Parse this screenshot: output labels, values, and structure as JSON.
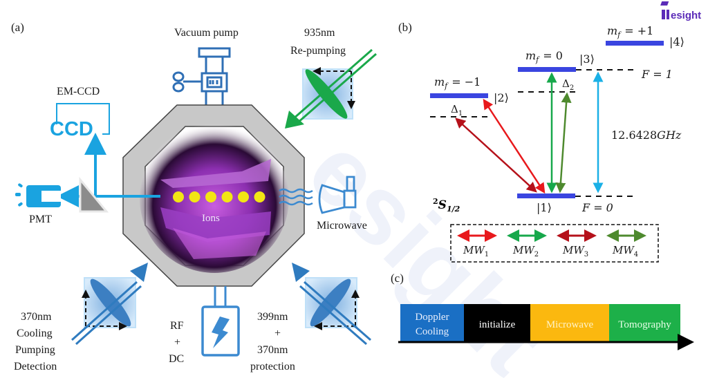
{
  "panel_a": {
    "label": "(a)",
    "vacuum_pump": "Vacuum pump",
    "repump_line1": "935nm",
    "repump_line2": "Re-pumping",
    "emccd_label": "EM-CCD",
    "ccd_icon_text": "CCD",
    "pmt_label": "PMT",
    "ions_label": "Ions",
    "microwave_label": "Microwave",
    "cooling_lines": [
      "370nm",
      "Cooling",
      "Pumping",
      "Detection"
    ],
    "rfdc_lines": [
      "RF",
      "+",
      "DC"
    ],
    "protection_lines": [
      "399nm",
      "+",
      "370nm",
      "protection"
    ],
    "ion_count": 6,
    "colors": {
      "cyan": "#1aa3e0",
      "steel_blue": "#2f7bbf",
      "green": "#1aa84a",
      "chamber_gray": "#c8c8c8",
      "ion_yellow": "#f2e614"
    }
  },
  "panel_b": {
    "label": "(b)",
    "levels": [
      {
        "mf": "m",
        "mf_sub": "f",
        "mf_val": "= −1",
        "ket": "|2⟩"
      },
      {
        "mf": "m",
        "mf_sub": "f",
        "mf_val": "= 0",
        "ket": "|3⟩"
      },
      {
        "mf": "m",
        "mf_sub": "f",
        "mf_val": "= +1",
        "ket": "|4⟩"
      }
    ],
    "ground_ket": "|1⟩",
    "F1": "F = 1",
    "F0": "F = 0",
    "delta1": "Δ",
    "delta1_sub": "1",
    "delta2": "Δ",
    "delta2_sub": "2",
    "frequency": "12.6428",
    "frequency_unit": "GHz",
    "term_sup": "2",
    "term_main": "S",
    "term_sub": "1/2",
    "legend": [
      {
        "name": "MW",
        "sub": "1",
        "color": "#e8191c"
      },
      {
        "name": "MW",
        "sub": "2",
        "color": "#17a84b"
      },
      {
        "name": "MW",
        "sub": "3",
        "color": "#b5111a"
      },
      {
        "name": "MW",
        "sub": "4",
        "color": "#4e8a2e"
      }
    ],
    "level_color": "#3a45e0",
    "cyan_arrow_color": "#1ab0e6"
  },
  "panel_c": {
    "label": "(c)",
    "segments": [
      {
        "line1": "Doppler",
        "line2": "Cooling",
        "color": "#1a6fc4",
        "text_color": "#e8eefc"
      },
      {
        "line1": "initialize",
        "line2": "",
        "color": "#000000",
        "text_color": "#ffffff"
      },
      {
        "line1": "Microwave",
        "line2": "",
        "color": "#fbb80f",
        "text_color": "#fff3c8"
      },
      {
        "line1": "Tomography",
        "line2": "",
        "color": "#1db049",
        "text_color": "#e8ffe8"
      }
    ]
  },
  "watermark": {
    "brand": "esight",
    "brand_color": "#5b2bb8"
  }
}
